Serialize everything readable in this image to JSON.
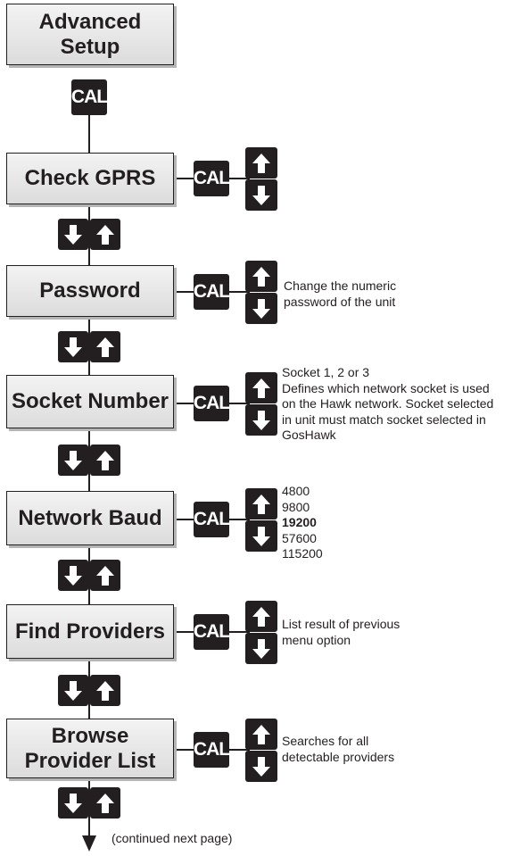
{
  "boxes": {
    "advanced_setup": "Advanced\nSetup",
    "check_gprs": "Check GPRS",
    "password": "Password",
    "socket_number": "Socket Number",
    "network_baud": "Network Baud",
    "find_providers": "Find Providers",
    "browse_provider_list": "Browse\nProvider List"
  },
  "keys": {
    "cal": "CAL",
    "up_icon": "up-arrow-icon",
    "down_icon": "down-arrow-icon"
  },
  "notes": {
    "password": [
      "Change the numeric",
      "password of the unit"
    ],
    "socket_number": [
      "Socket 1, 2 or 3",
      "Defines which network socket is used",
      "on the Hawk network. Socket selected",
      "in unit must match socket selected in",
      "GosHawk"
    ],
    "network_baud": [
      "4800",
      "9800",
      "19200",
      "57600",
      "115200"
    ],
    "network_baud_default": "19200",
    "find_providers": [
      "List result of previous",
      "menu option"
    ],
    "browse_provider_list": [
      "Searches for all",
      "detectable providers"
    ]
  },
  "continued": "(continued next page)",
  "colors": {
    "key_fill": "#231f20",
    "box_fill": "#e8e8e8",
    "line": "#231f20"
  }
}
